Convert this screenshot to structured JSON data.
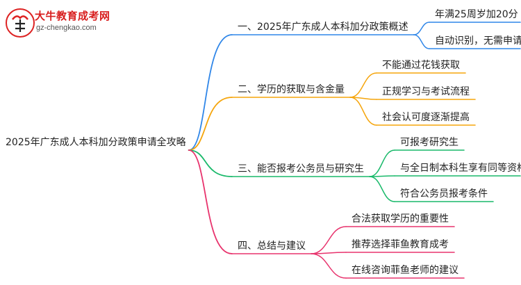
{
  "logo": {
    "title": "大牛教育成考网",
    "url": "gz-chengkao.com"
  },
  "mindmap": {
    "root": "2025年广东成人本科加分政策申请全攻略",
    "branches": [
      {
        "label": "一、2025年广东成人本科加分政策概述",
        "color": "#2f86e8",
        "children": [
          "年满25周岁加20分",
          "自动识别，无需申请"
        ]
      },
      {
        "label": "二、学历的获取与含金量",
        "color": "#f5a50c",
        "children": [
          "不能通过花钱获取",
          "正规学习与考试流程",
          "社会认可度逐渐提高"
        ]
      },
      {
        "label": "三、能否报考公务员与研究生",
        "color": "#19b96a",
        "children": [
          "可报考研究生",
          "与全日制本科生享有同等资格",
          "符合公务员报考条件"
        ]
      },
      {
        "label": "四、总结与建议",
        "color": "#e8336d",
        "children": [
          "合法获取学历的重要性",
          "推荐选择菲鱼教育成考",
          "在线咨询菲鱼老师的建议"
        ]
      }
    ]
  }
}
